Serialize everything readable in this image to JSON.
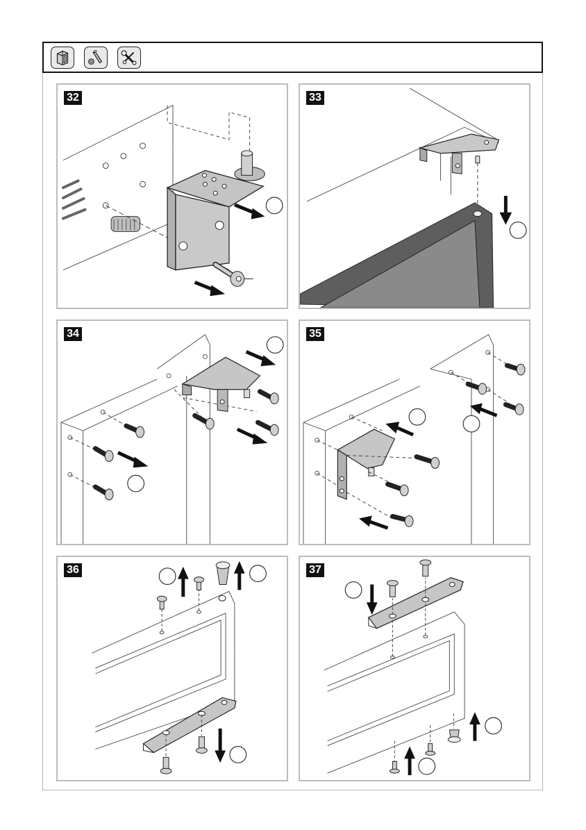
{
  "toolbar": {
    "tools": [
      {
        "icon": "cabinet-icon"
      },
      {
        "icon": "allen-key-icon"
      },
      {
        "icon": "wrench-screwdriver-icon"
      }
    ]
  },
  "steps": [
    {
      "number": "32"
    },
    {
      "number": "33"
    },
    {
      "number": "34"
    },
    {
      "number": "35"
    },
    {
      "number": "36"
    },
    {
      "number": "37"
    }
  ],
  "colors": {
    "frame": "#111111",
    "panel_border": "#bcbcbc",
    "metal": "#c4c4c4",
    "door_dark": "#5e5e5e"
  }
}
